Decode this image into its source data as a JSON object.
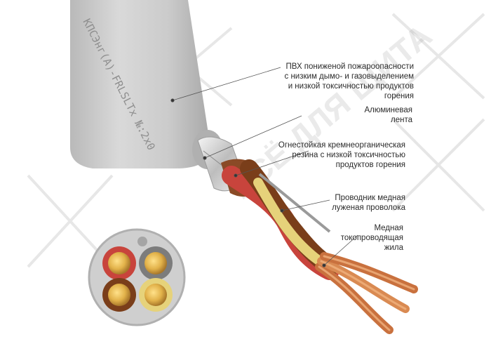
{
  "cable": {
    "marking_text": "КПСЭнг(А)-FRLSLTx  №:2х0",
    "colors": {
      "sheath": "#c9c9c9",
      "sheath_dark": "#a9a9a9",
      "foil": "#d6d6d6",
      "red_insulation": "#c8443c",
      "brown_insulation": "#7a3e1a",
      "yellow_insulation": "#e6d27a",
      "gray_insulation": "#8a8a8a",
      "copper": "#d98a52",
      "copper_light": "#f0b27e"
    }
  },
  "watermark": {
    "text": "ВСЁ ДЛЯ ЩИТА"
  },
  "callouts": [
    {
      "id": "sheath",
      "text": "ПВХ пониженой пожароопасности\nс низким дымо- и газовыделением\nи низкой токсичностью продуктов\nгорения"
    },
    {
      "id": "foil",
      "text": "Алюминевая\nлента"
    },
    {
      "id": "rubber",
      "text": "Огнестойкая кремнеорганическая\nрезина с низкой токсичностью\nпродуктов горения"
    },
    {
      "id": "drain",
      "text": "Проводник медная\nлуженая проволока"
    },
    {
      "id": "core",
      "text": "Медная\nтокопроводящая\nжила"
    }
  ]
}
